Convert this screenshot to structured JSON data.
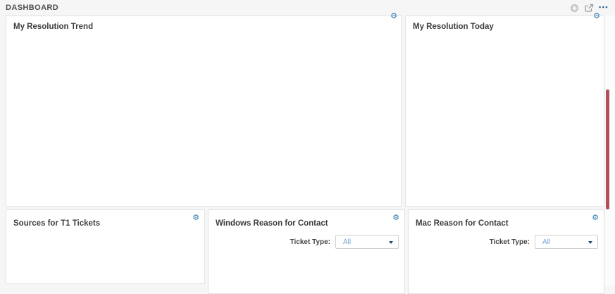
{
  "header": {
    "title": "DASHBOARD",
    "more_glyph": "•••"
  },
  "icons": {
    "panel_gear_glyph": "⚙"
  },
  "panels": [
    {
      "id": "my-resolution-trend",
      "title": "My Resolution Trend"
    },
    {
      "id": "my-resolution-today",
      "title": "My Resolution Today"
    },
    {
      "id": "sources-for-t1-tickets",
      "title": "Sources for T1 Tickets"
    },
    {
      "id": "windows-reason-for-contact",
      "title": "Windows Reason for Contact",
      "filter": {
        "label": "Ticket Type:",
        "value": "All"
      }
    },
    {
      "id": "mac-reason-for-contact",
      "title": "Mac Reason for Contact",
      "filter": {
        "label": "Ticket Type:",
        "value": "All"
      }
    }
  ],
  "colors": {
    "accent_blue": "#2a7ab0",
    "link_blue": "#74a3cf",
    "caret_navy": "#1f4e79",
    "alert_red": "#b25059",
    "panel_border": "#e2e2e2",
    "page_background": "#f6f6f6"
  }
}
